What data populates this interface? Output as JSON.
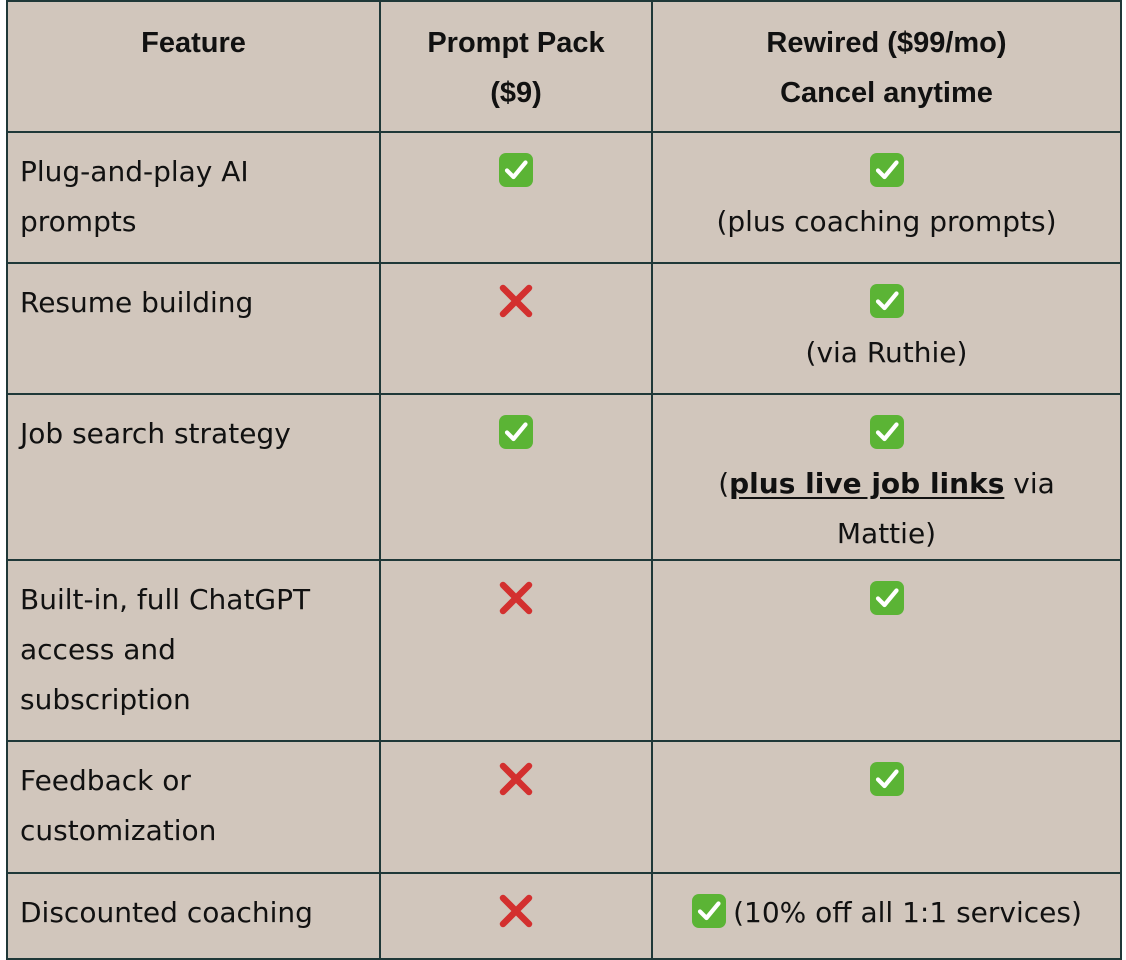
{
  "header": {
    "feature": "Feature",
    "pack_line1": "Prompt Pack",
    "pack_line2": "($9)",
    "rewired_line1": "Rewired ($99/mo)",
    "rewired_line2": "Cancel anytime"
  },
  "rows": [
    {
      "feature_line1": "Plug-and-play AI",
      "feature_line2": "prompts",
      "pack_icon": "check-icon",
      "rewired_icon": "check-icon",
      "rewired_note": "(plus coaching prompts)"
    },
    {
      "feature_line1": "Resume building",
      "pack_icon": "cross-icon",
      "rewired_icon": "check-icon",
      "rewired_note": "(via Ruthie)"
    },
    {
      "feature_line1": "Job search strategy",
      "pack_icon": "check-icon",
      "rewired_icon": "check-icon",
      "rewired_note_open": "(",
      "rewired_note_link": "plus live job links",
      "rewired_note_tail": " via Mattie)"
    },
    {
      "feature_line1": "Built-in, full ChatGPT",
      "feature_line2": "access and",
      "feature_line3": "subscription",
      "pack_icon": "cross-icon",
      "rewired_icon": "check-icon"
    },
    {
      "feature_line1": "Feedback or",
      "feature_line2": "customization",
      "pack_icon": "cross-icon",
      "rewired_icon": "check-icon"
    },
    {
      "feature_line1": "Discounted coaching",
      "pack_icon": "cross-icon",
      "rewired_icon": "check-icon",
      "rewired_note": "(10% off all 1:1 services)"
    }
  ],
  "colors": {
    "table_bg": "#d1c6bc",
    "border": "#1f3838",
    "check_green": "#5bb435",
    "cross_red": "#d3302f"
  }
}
